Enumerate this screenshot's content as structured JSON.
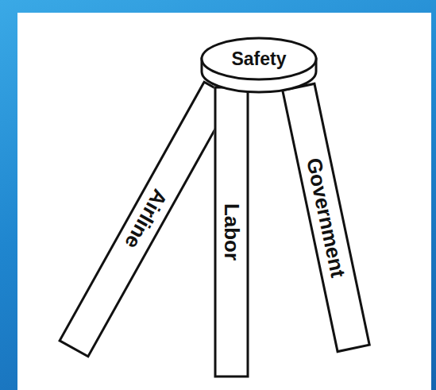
{
  "diagram": {
    "nodes": [
      {
        "text": [
          "Safety"
        ]
      },
      {
        "text": [
          "Airline"
        ]
      },
      {
        "text": [
          "Labor"
        ]
      },
      {
        "text": [
          "Government"
        ]
      }
    ]
  }
}
